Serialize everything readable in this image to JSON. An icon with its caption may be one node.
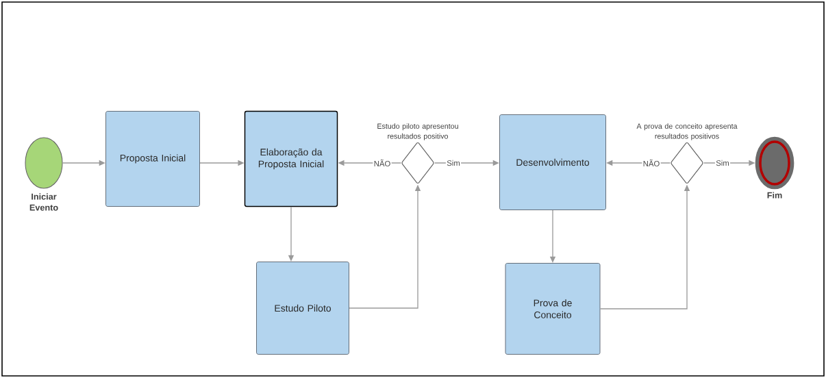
{
  "diagram": {
    "nodes": [
      {
        "text": [
          "Iniciar Evento"
        ]
      },
      {
        "text": [
          "Proposta Inicial"
        ]
      },
      {
        "text": [
          "Elaboração da Proposta Inicial"
        ]
      },
      {
        "text": [
          "Estudo piloto apresentou resultados positivo"
        ]
      },
      {
        "text": [
          "Desenvolvimento"
        ]
      },
      {
        "text": [
          "A prova de conceito apresenta resultados positivos"
        ]
      },
      {
        "text": [
          "Fim"
        ]
      },
      {
        "text": [
          "Estudo Piloto"
        ]
      },
      {
        "text": [
          "Prova de Conceito"
        ]
      }
    ],
    "edges": [
      {
        "from": 0,
        "to": 1,
        "arrow": "to"
      },
      {
        "from": 1,
        "to": 2,
        "arrow": "to"
      },
      {
        "from": 2,
        "to": 7,
        "arrow": "to"
      },
      {
        "from": 7,
        "to": 3,
        "arrow": "to"
      },
      {
        "from": 3,
        "to": 2,
        "arrow": "to",
        "label": "NÃO"
      },
      {
        "from": 3,
        "to": 4,
        "arrow": "to",
        "label": "Sim"
      },
      {
        "from": 4,
        "to": 8,
        "arrow": "to"
      },
      {
        "from": 8,
        "to": 5,
        "arrow": "to"
      },
      {
        "from": 5,
        "to": 4,
        "arrow": "to",
        "label": "NÃO"
      },
      {
        "from": 5,
        "to": 6,
        "arrow": "to",
        "label": "Sim"
      }
    ]
  }
}
